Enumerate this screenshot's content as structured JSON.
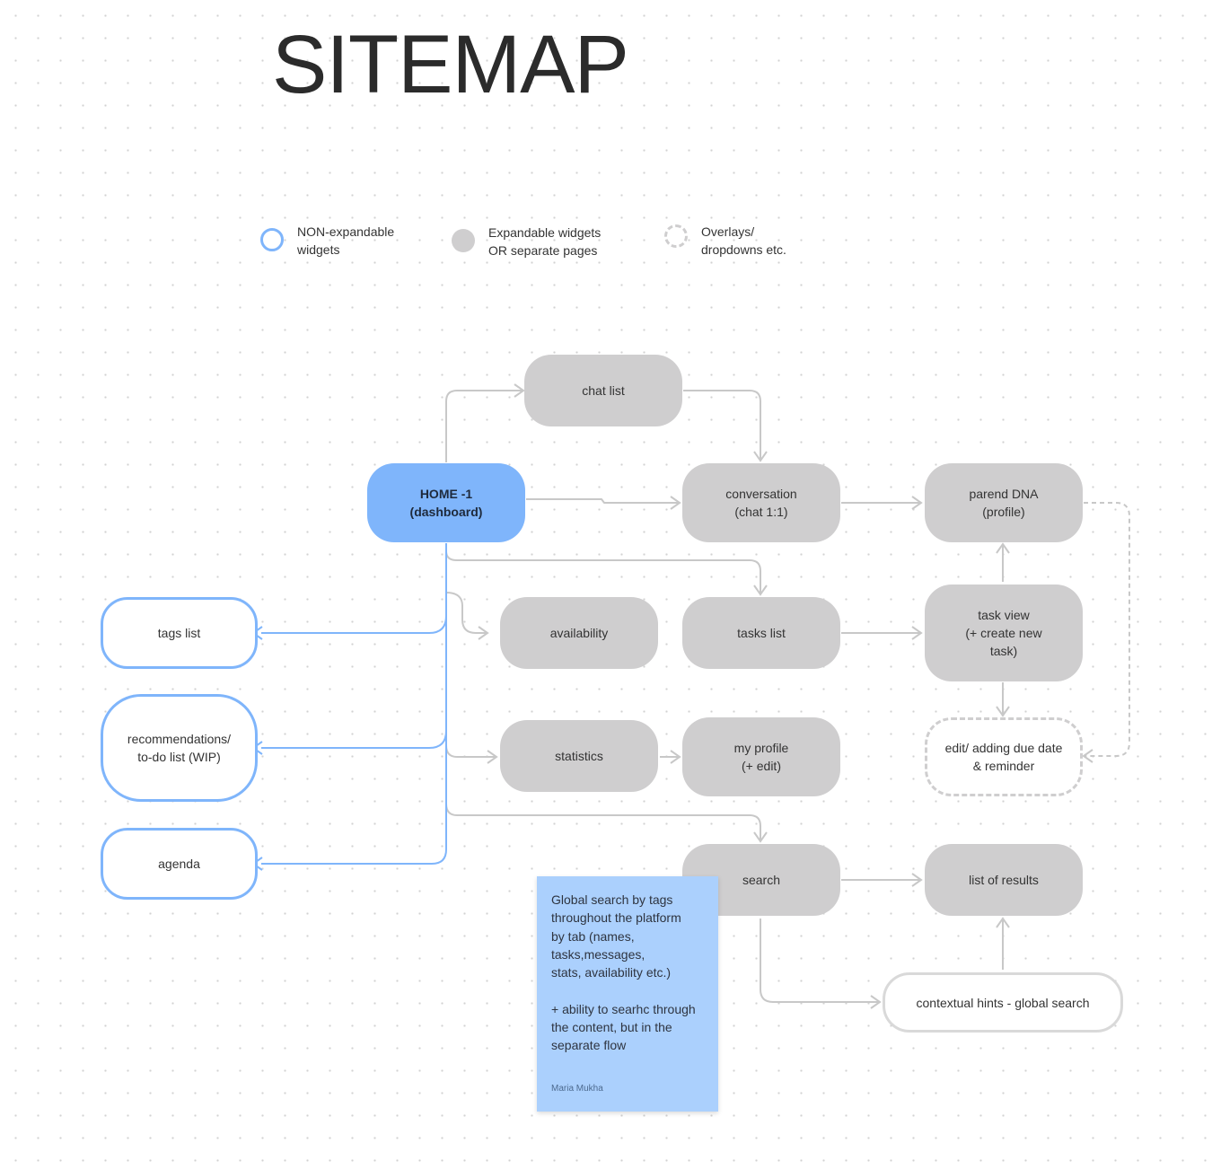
{
  "title": "SITEMAP",
  "legend": [
    {
      "label": "NON-expandable\nwidgets",
      "style": "blue-outline",
      "color": "#7fb5fb"
    },
    {
      "label": "Expandable widgets\nOR separate pages",
      "style": "gray-filled",
      "color": "#cfcecf"
    },
    {
      "label": "Overlays/\ndropdowns etc.",
      "style": "gray-dashed",
      "color": "#cfcecf"
    }
  ],
  "nodes": {
    "home": "HOME -1\n(dashboard)",
    "chat_list": "chat list",
    "conversation": "conversation\n(chat 1:1)",
    "parent_dna": "parend DNA\n(profile)",
    "availability": "availability",
    "tasks_list": "tasks list",
    "task_view": "task view\n(+ create new\ntask)",
    "statistics": "statistics",
    "my_profile": "my profile\n(+ edit)",
    "edit_due_date": "edit/ adding due date\n& reminder",
    "search": "search",
    "list_of_results": "list of results",
    "contextual_hints": "contextual hints - global search",
    "tags_list": "tags list",
    "recommendations": "recommendations/\nto-do list (WIP)",
    "agenda": "agenda"
  },
  "note": {
    "text": "Global search by tags\nthroughout the platform\nby tab (names,\ntasks,messages,\nstats, availability etc.)\n\n+ ability to searhc through\nthe content, but in the\nseparate flow",
    "author": "Maria Mukha"
  },
  "colors": {
    "gray_node": "#cfcecf",
    "blue_node": "#7fb5fb",
    "connector_gray": "#c8c8c8",
    "connector_blue": "#7fb5fb",
    "note_bg": "#abd0fd"
  }
}
